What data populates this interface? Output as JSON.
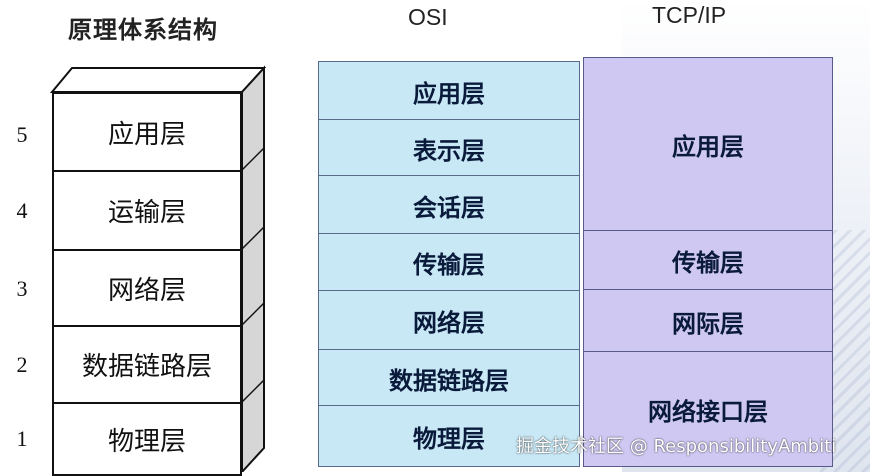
{
  "titles": {
    "principle": "原理体系结构",
    "osi": "OSI",
    "tcpip": "TCP/IP"
  },
  "principle_layers": [
    {
      "num": "5",
      "label": "应用层"
    },
    {
      "num": "4",
      "label": "运输层"
    },
    {
      "num": "3",
      "label": "网络层"
    },
    {
      "num": "2",
      "label": "数据链路层"
    },
    {
      "num": "1",
      "label": "物理层"
    }
  ],
  "osi_layers": [
    "应用层",
    "表示层",
    "会话层",
    "传输层",
    "网络层",
    "数据链路层",
    "物理层"
  ],
  "tcpip_layers": [
    "应用层",
    "传输层",
    "网际层",
    "网络接口层"
  ],
  "watermark": "掘金技术社区 @ ResponsibilityAmbiti",
  "colors": {
    "osi_fill": "#c8e8f6",
    "tcpip_fill": "#cfc8f2"
  }
}
